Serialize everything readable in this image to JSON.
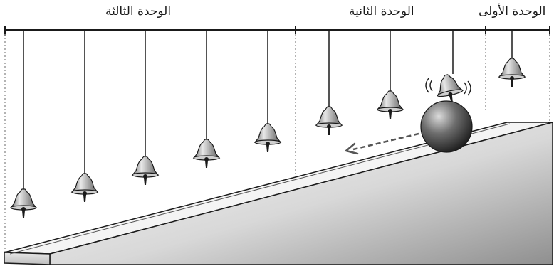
{
  "units": [
    {
      "label": "الوحدة الأولى",
      "bells": 1
    },
    {
      "label": "الوحدة الثانية",
      "bells": 3
    },
    {
      "label": "الوحدة الثالثة",
      "bells": 5
    }
  ],
  "ringing_bell_icon": "ringing-bell",
  "ball_icon": "rolling-ball",
  "arrow_icon": "dashed-arrow-left",
  "colors": {
    "line": "#1a1a1a",
    "ramp_light": "#f2f2f2",
    "ramp_dark": "#8a8a8a",
    "divider": "#9a9a9a"
  }
}
